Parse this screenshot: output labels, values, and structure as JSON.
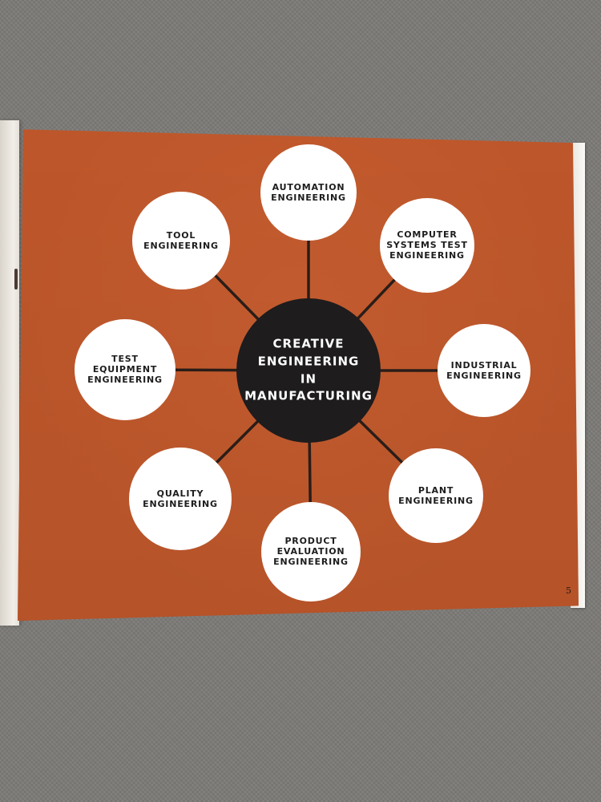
{
  "hub": {
    "lines": [
      "CREATIVE",
      "ENGINEERING",
      "IN",
      "MANUFACTURING"
    ],
    "color": "#1e1c1d"
  },
  "nodes": [
    {
      "id": "automation",
      "lines": [
        "AUTOMATION",
        "ENGINEERING"
      ]
    },
    {
      "id": "computer-systems-test",
      "lines": [
        "COMPUTER",
        "SYSTEMS TEST",
        "ENGINEERING"
      ]
    },
    {
      "id": "industrial",
      "lines": [
        "INDUSTRIAL",
        "ENGINEERING"
      ]
    },
    {
      "id": "plant",
      "lines": [
        "PLANT",
        "ENGINEERING"
      ]
    },
    {
      "id": "product-evaluation",
      "lines": [
        "PRODUCT",
        "EVALUATION",
        "ENGINEERING"
      ]
    },
    {
      "id": "quality",
      "lines": [
        "QUALITY",
        "ENGINEERING"
      ]
    },
    {
      "id": "test-equipment",
      "lines": [
        "TEST",
        "EQUIPMENT",
        "ENGINEERING"
      ]
    },
    {
      "id": "tool",
      "lines": [
        "TOOL",
        "ENGINEERING"
      ]
    }
  ],
  "page_number": "5",
  "colors": {
    "page": "#c55a2c",
    "node_fill": "#ffffff",
    "connector": "#2a1d18"
  }
}
